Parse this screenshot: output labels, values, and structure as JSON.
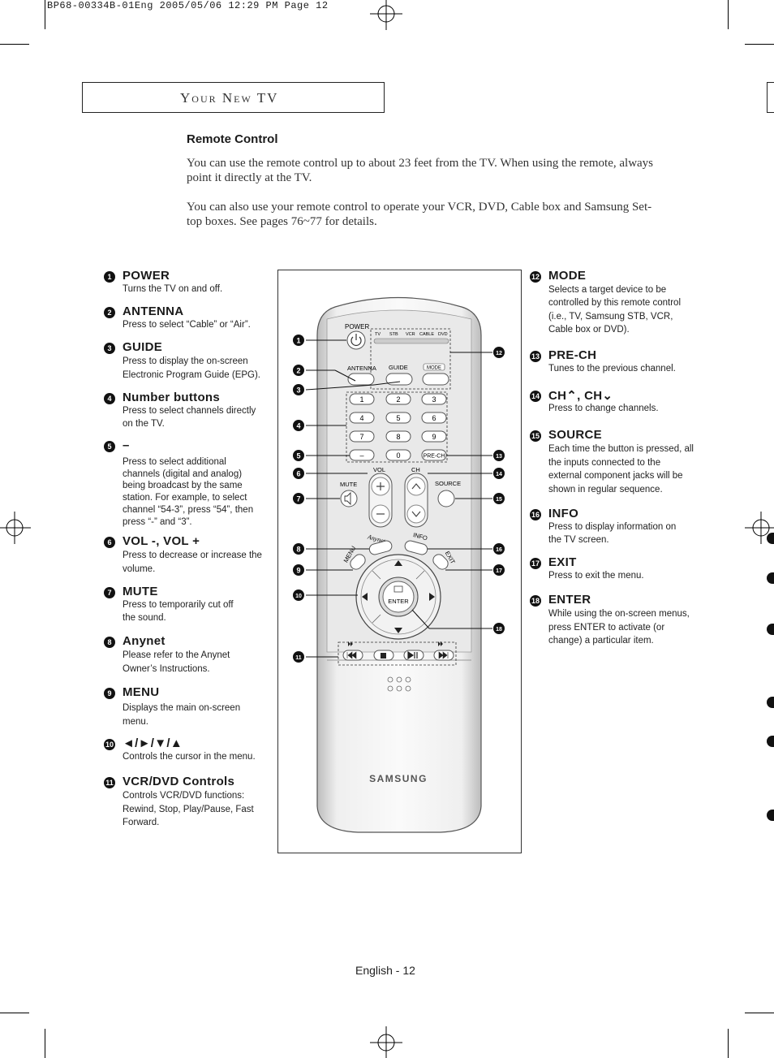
{
  "print_header": "BP68-00334B-01Eng  2005/05/06  12:29 PM  Page 12",
  "section": {
    "title": "Your New TV"
  },
  "heading": "Remote Control",
  "intro": [
    "You can use the remote control up to about 23 feet from the TV. When using the remote, always point it directly at the TV.",
    "You can also use your remote control to operate your VCR, DVD, Cable box and Samsung Set-top boxes. See pages 76~77 for details."
  ],
  "left_items": [
    {
      "num": "1",
      "title": "POWER",
      "desc": "Turns the TV on and off."
    },
    {
      "num": "2",
      "title": "ANTENNA",
      "desc": "Press to select “Cable” or “Air”."
    },
    {
      "num": "3",
      "title": "GUIDE",
      "desc": "Press to display the on-screen Electronic Program Guide (EPG)."
    },
    {
      "num": "4",
      "title": "Number buttons",
      "desc": "Press to select channels directly on the TV."
    },
    {
      "num": "5",
      "title": "–",
      "desc": "Press to select additional channels (digital and analog) being broadcast by the same station. For example, to select channel “54-3”, press “54”, then press “-” and “3”."
    },
    {
      "num": "6",
      "title": "VOL -, VOL +",
      "desc": "Press to decrease or increase the volume."
    },
    {
      "num": "7",
      "title": "MUTE",
      "desc": "Press to temporarily cut off the sound."
    },
    {
      "num": "8",
      "title": "Anynet",
      "desc": "Please refer to the Anynet Owner’s Instructions."
    },
    {
      "num": "9",
      "title": "MENU",
      "desc": "Displays the main on-screen menu."
    },
    {
      "num": "10",
      "title": "◄/►/▼/▲",
      "desc": "Controls the cursor in the menu."
    },
    {
      "num": "11",
      "title": "VCR/DVD Controls",
      "desc": "Controls VCR/DVD functions: Rewind, Stop, Play/Pause, Fast Forward."
    }
  ],
  "right_items": [
    {
      "num": "12",
      "title": "MODE",
      "desc": "Selects a target device to be controlled by this remote control (i.e., TV, Samsung STB, VCR, Cable box or DVD)."
    },
    {
      "num": "13",
      "title": "PRE-CH",
      "desc": "Tunes to the previous channel."
    },
    {
      "num": "14",
      "title": "CH⌃, CH⌄",
      "desc": "Press to change channels."
    },
    {
      "num": "15",
      "title": "SOURCE",
      "desc": "Each time the button is pressed, all the inputs connected to the external component jacks will be shown in regular sequence."
    },
    {
      "num": "16",
      "title": "INFO",
      "desc": "Press to display information on the TV screen."
    },
    {
      "num": "17",
      "title": "EXIT",
      "desc": "Press to exit the menu."
    },
    {
      "num": "18",
      "title": "ENTER",
      "desc": "While using the on-screen menus, press ENTER to activate (or change) a particular item."
    }
  ],
  "remote": {
    "power": "POWER",
    "modes": [
      "TV",
      "STB",
      "VCR",
      "CABLE",
      "DVD"
    ],
    "antenna": "ANTENNA",
    "guide": "GUIDE",
    "mode": "MODE",
    "numbers": [
      "1",
      "2",
      "3",
      "4",
      "5",
      "6",
      "7",
      "8",
      "9",
      "–",
      "0",
      "PRE-CH"
    ],
    "vol": "VOL",
    "ch": "CH",
    "mute": "MUTE",
    "source": "SOURCE",
    "anynet": "Anynet",
    "info": "INFO",
    "menu": "MENU",
    "exit": "EXIT",
    "enter": "ENTER",
    "brand": "SAMSUNG"
  },
  "footer": "English - 12"
}
